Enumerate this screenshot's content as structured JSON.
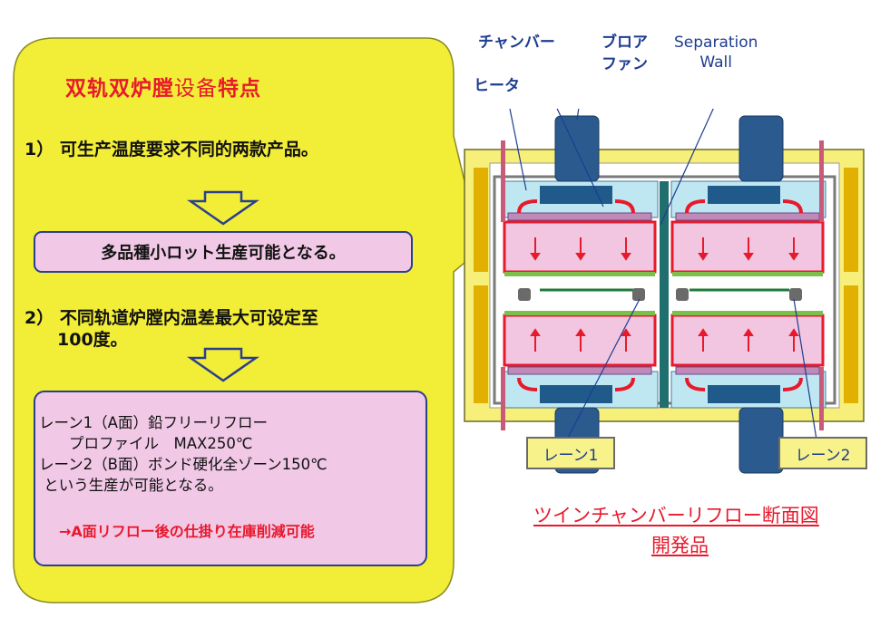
{
  "left_panel": {
    "title_part1": "双轨双炉膛",
    "title_part2": "设备",
    "title_part3": "特点",
    "point1": "1） 可生产温度要求不同的两款产品。",
    "box1_text": "多品種小ロット生産可能となる。",
    "point2_line1": "2） 不同轨道炉膛内温差最大可设定至",
    "point2_line2": "100度。",
    "box2_lines": [
      "レーン1（A面）鉛フリーリフロー",
      "　　プロファイル　MAX250℃",
      "レーン2（B面）ボンド硬化全ゾーン150℃",
      " という生産が可能となる。"
    ],
    "box2_note": "→A面リフロー後の仕掛り在庫削減可能"
  },
  "diagram": {
    "label_chamber": "チャンバー",
    "label_heater": "ヒータ",
    "label_blower_line1": "ブロア",
    "label_blower_line2": "ファン",
    "label_wall_line1": "Separation",
    "label_wall_line2": "Wall",
    "lane1": "レーン1",
    "lane2": "レーン2",
    "caption_line1": "ツインチャンバーリフロー断面図",
    "caption_line2": "開発品"
  },
  "colors": {
    "bubble_fill": "#f2ed37",
    "box_fill": "#f1c8e6",
    "box_border": "#2b3f8f",
    "accent_red": "#e8192c",
    "label_blue": "#1d3d8f"
  }
}
